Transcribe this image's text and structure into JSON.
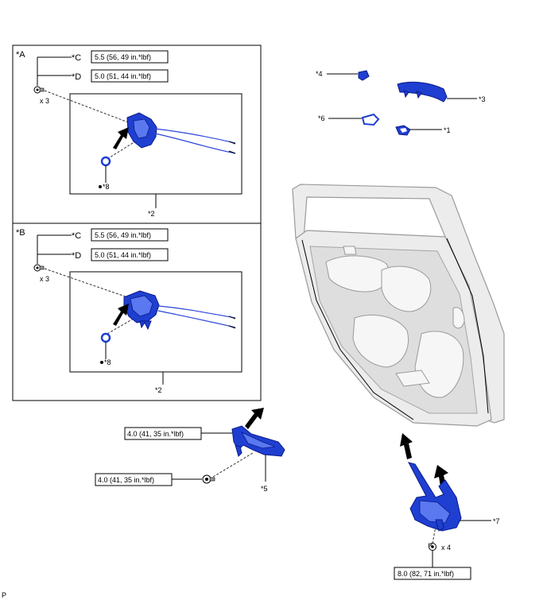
{
  "panel_a": {
    "label": "*A",
    "callout_c": "*C",
    "callout_d": "*D",
    "torque_c": "5.5 (56, 49 in.*lbf)",
    "torque_d": "5.0 (51, 44 in.*lbf)",
    "qty": "x 3",
    "callout_8": "*8",
    "callout_2": "*2"
  },
  "panel_b": {
    "label": "*B",
    "callout_c": "*C",
    "callout_d": "*D",
    "torque_c": "5.5 (56, 49 in.*lbf)",
    "torque_d": "5.0 (51, 44 in.*lbf)",
    "qty": "x 3",
    "callout_8": "*8",
    "callout_2": "*2"
  },
  "handle_parts": {
    "callout_1": "*1",
    "callout_3": "*3",
    "callout_4": "*4",
    "callout_6": "*6"
  },
  "door_check": {
    "torque_upper": "4.0 (41, 35 in.*lbf)",
    "torque_lower": "4.0 (41, 35 in.*lbf)",
    "callout_5": "*5"
  },
  "regulator": {
    "callout_7": "*7",
    "qty": "x 4",
    "torque": "8.0 (82, 71 in.*lbf)"
  },
  "footer_code": "P",
  "colors": {
    "part_blue": "#1f3fd1",
    "door_gray": "#ececec"
  }
}
